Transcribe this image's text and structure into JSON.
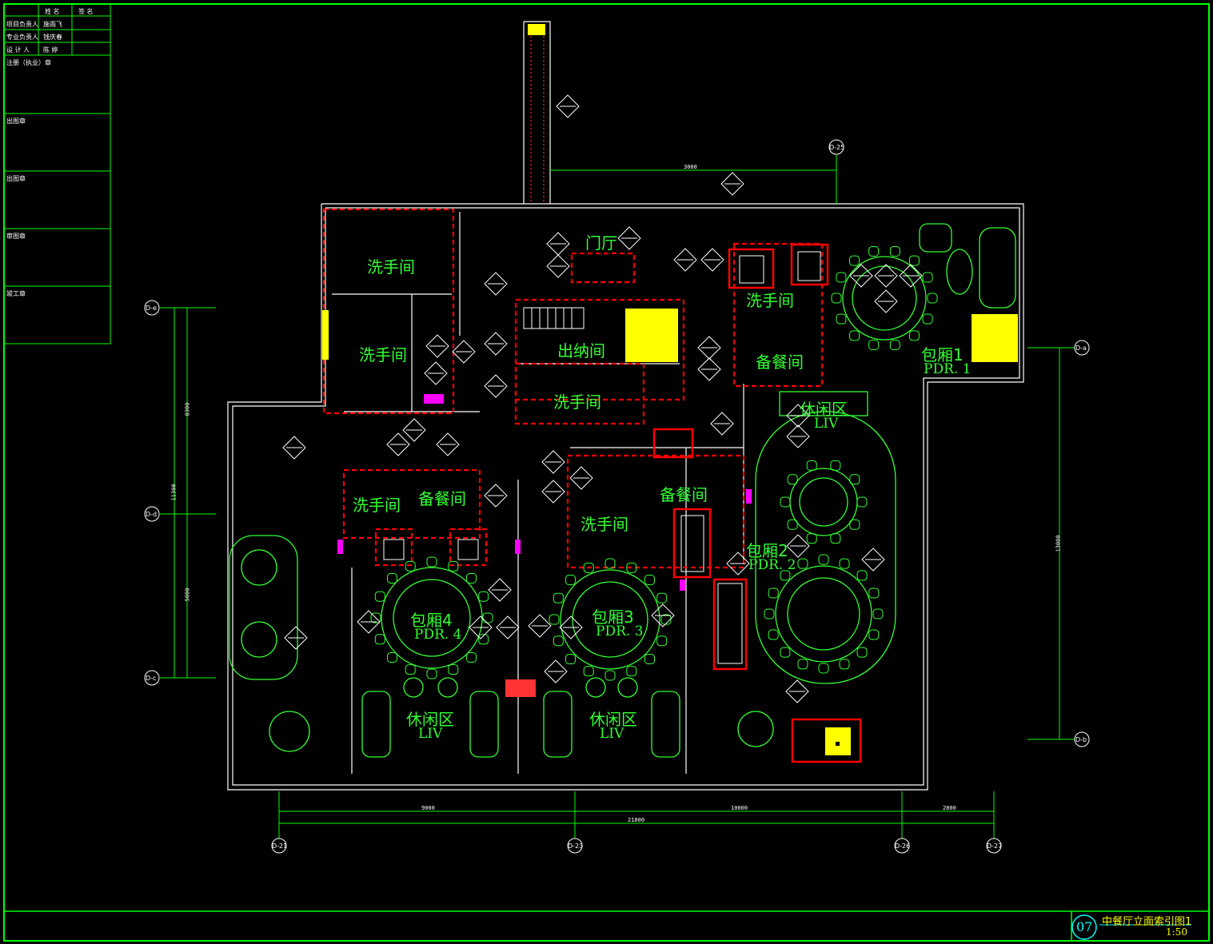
{
  "title_block": {
    "header_name": "姓 名",
    "header_sign": "签 名",
    "rows": [
      {
        "role": "项目负责人",
        "name": "施雨飞"
      },
      {
        "role": "专业负责人",
        "name": "钱庆春"
      },
      {
        "role": "设 计 人",
        "name": "陈 婷"
      }
    ],
    "sections": [
      "注册（执业）章",
      "出图章",
      "出图章",
      "审图章",
      "竣工章"
    ]
  },
  "rooms": {
    "washroom": "洗手间",
    "foyer": "门厅",
    "storage": "出纳间",
    "pantry": "备餐间",
    "pdr1": "包厢1",
    "pdr1_code": "PDR. 1",
    "lounge": "休闲区",
    "lounge_code": "LIV",
    "pdr2": "包厢2",
    "pdr2_code": "PDR. 2",
    "pdr3": "包厢3",
    "pdr3_code": "PDR. 3",
    "pdr4": "包厢4",
    "pdr4_code": "PDR. 4"
  },
  "dimensions": {
    "d9000": "9000",
    "d10000": "10000",
    "d2800": "2800",
    "d21800": "21800",
    "d3000": "3000",
    "d8300": "8300",
    "d11300": "11300",
    "d5000": "5000",
    "d13000": "13000"
  },
  "axes": {
    "a21": "D-21",
    "a23": "D-23",
    "a26": "D-26",
    "a27": "D-27",
    "a25": "D-25",
    "ae": "D-e",
    "ad": "D-d",
    "ac": "D-c",
    "aa": "D-a",
    "ab": "D-b"
  },
  "sheet_title": {
    "number": "07",
    "name": "中餐厅立面索引图1",
    "scale": "1:50"
  },
  "colors": {
    "frame": "#00ff00",
    "wall": "#ffffff",
    "furniture": "#33ff33",
    "highlight": "#ff0000",
    "fill": "#ffff00",
    "accent": "#ff00ff",
    "cyan": "#00ffff"
  }
}
